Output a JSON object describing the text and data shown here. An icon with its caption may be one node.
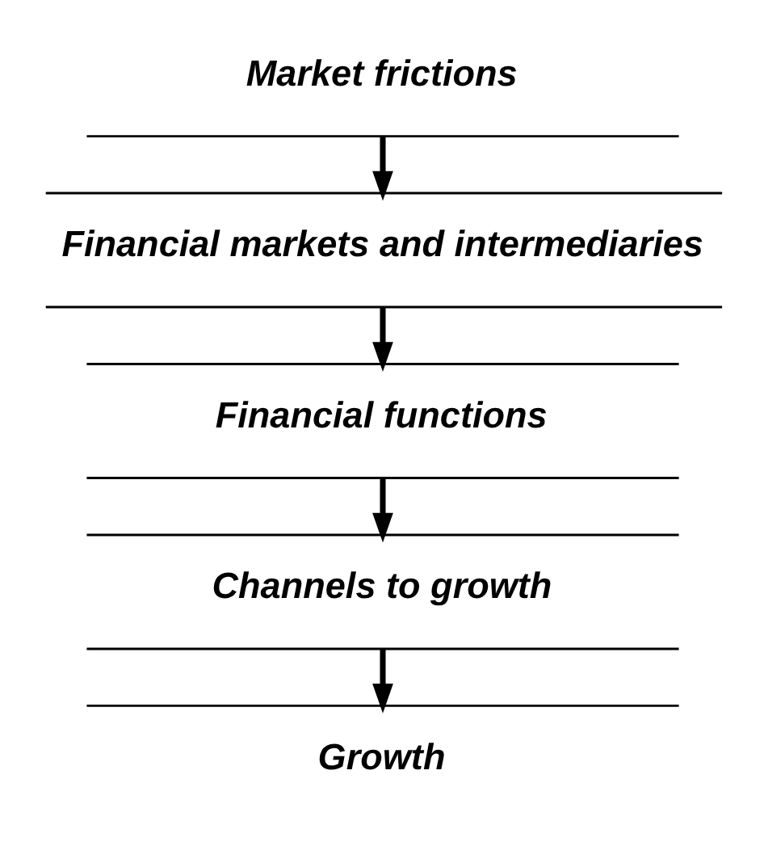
{
  "diagram": {
    "nodes": [
      {
        "text": [
          "Market frictions"
        ]
      },
      {
        "text": [
          "Financial markets and intermediaries"
        ]
      },
      {
        "text": [
          "Financial functions"
        ]
      },
      {
        "text": [
          "Channels to growth"
        ]
      },
      {
        "text": [
          "Growth"
        ]
      }
    ],
    "edges": [
      {
        "from": 0,
        "to": 1,
        "arrow": "to"
      },
      {
        "from": 1,
        "to": 2,
        "arrow": "to"
      },
      {
        "from": 2,
        "to": 3,
        "arrow": "to"
      },
      {
        "from": 3,
        "to": 4,
        "arrow": "to"
      }
    ]
  }
}
